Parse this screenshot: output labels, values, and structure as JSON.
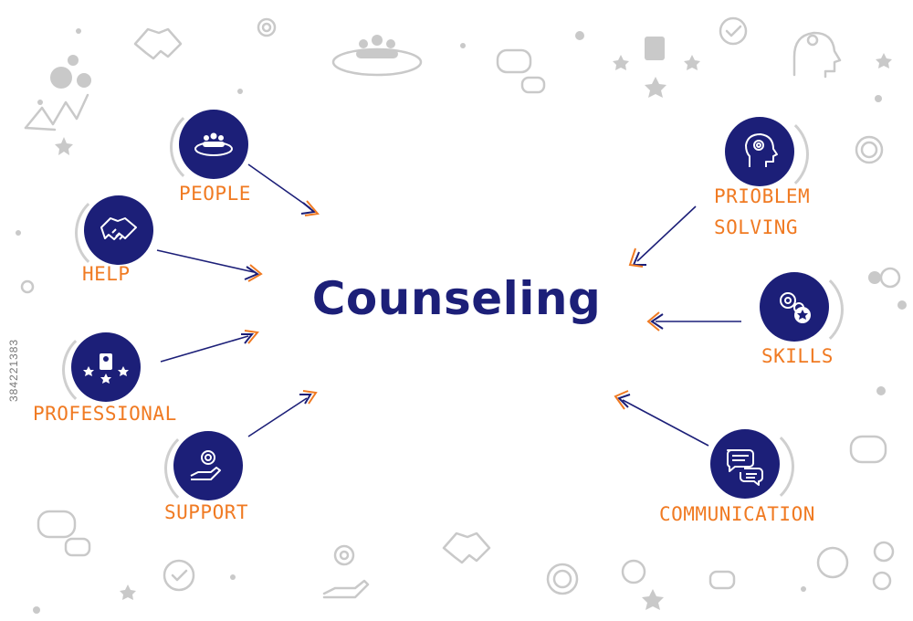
{
  "title": "Counseling",
  "colors": {
    "primary": "#1c1f78",
    "accent": "#f07a22",
    "decor": "#c9c9c9"
  },
  "nodes": [
    {
      "key": "people",
      "label": "PEOPLE",
      "icon": "group-meeting-icon"
    },
    {
      "key": "help",
      "label": "HELP",
      "icon": "handshake-icon"
    },
    {
      "key": "professional",
      "label": "PROFESSIONAL",
      "icon": "professional-stars-icon"
    },
    {
      "key": "support",
      "label": "SUPPORT",
      "icon": "gear-hand-icon"
    },
    {
      "key": "problem_solving",
      "label_line1": "PRIOBLEM",
      "label_line2": "SOLVING",
      "icon": "head-gear-icon"
    },
    {
      "key": "skills",
      "label": "SKILLS",
      "icon": "gears-star-icon"
    },
    {
      "key": "communication",
      "label": "COMMUNICATION",
      "icon": "speech-bubbles-icon"
    }
  ],
  "side_id": "384221383"
}
